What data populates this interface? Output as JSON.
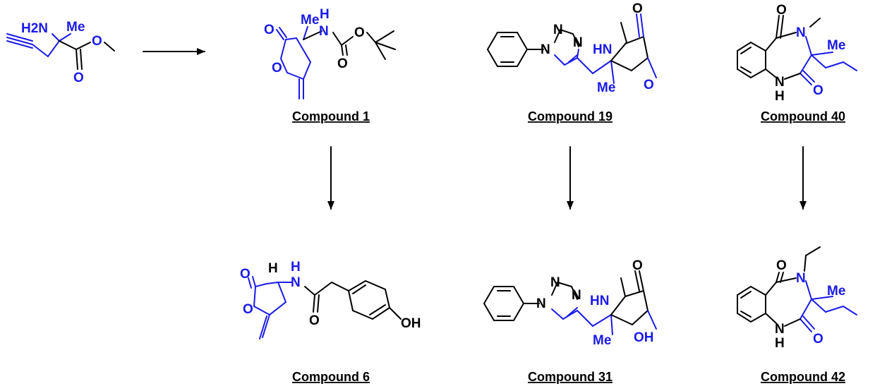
{
  "colors": {
    "highlight": "#1a1ae6",
    "bond": "#000000",
    "background": "#ffffff"
  },
  "atoms": {
    "H2N": "H2N",
    "NH": "NH",
    "N": "N",
    "HN": "HN",
    "H": "H",
    "O": "O",
    "OH": "OH",
    "Me": "Me"
  },
  "compounds": [
    {
      "id": "start",
      "label": ""
    },
    {
      "id": "c1",
      "label": "Compound 1"
    },
    {
      "id": "c19",
      "label": "Compound 19"
    },
    {
      "id": "c40",
      "label": "Compound 40"
    },
    {
      "id": "c6",
      "label": "Compound 6"
    },
    {
      "id": "c31",
      "label": "Compound 31"
    },
    {
      "id": "c42",
      "label": "Compound 42"
    }
  ],
  "arrows": [
    {
      "from": "start",
      "to": "c1"
    },
    {
      "from": "c1",
      "to": "c6"
    },
    {
      "from": "c19",
      "to": "c31"
    },
    {
      "from": "c40",
      "to": "c42"
    }
  ]
}
